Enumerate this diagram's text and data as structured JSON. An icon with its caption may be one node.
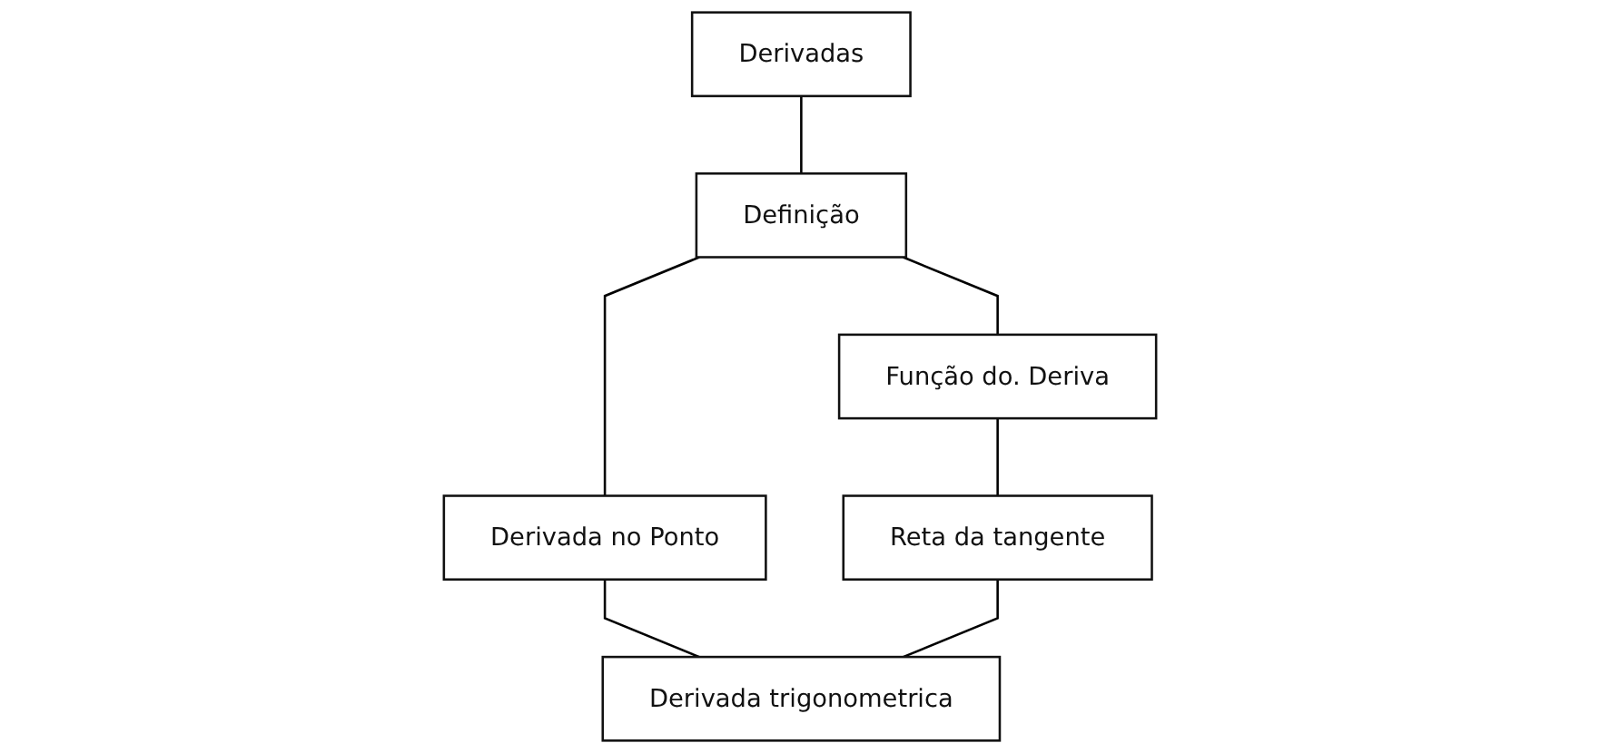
{
  "diagram": {
    "nodes": [
      {
        "text": [
          "Derivadas"
        ]
      },
      {
        "text": [
          "Definição"
        ]
      },
      {
        "text": [
          "Função do. Deriva"
        ]
      },
      {
        "text": [
          "Derivada no Ponto"
        ]
      },
      {
        "text": [
          "Reta da tangente"
        ]
      },
      {
        "text": [
          "Derivada trigonometrica"
        ]
      }
    ],
    "edges": [
      {
        "from": 0,
        "to": 1,
        "arrow": "none"
      },
      {
        "from": 1,
        "to": 2,
        "arrow": "none"
      },
      {
        "from": 1,
        "to": 3,
        "arrow": "none"
      },
      {
        "from": 2,
        "to": 4,
        "arrow": "none"
      },
      {
        "from": 3,
        "to": 5,
        "arrow": "none"
      },
      {
        "from": 4,
        "to": 5,
        "arrow": "none"
      }
    ]
  }
}
